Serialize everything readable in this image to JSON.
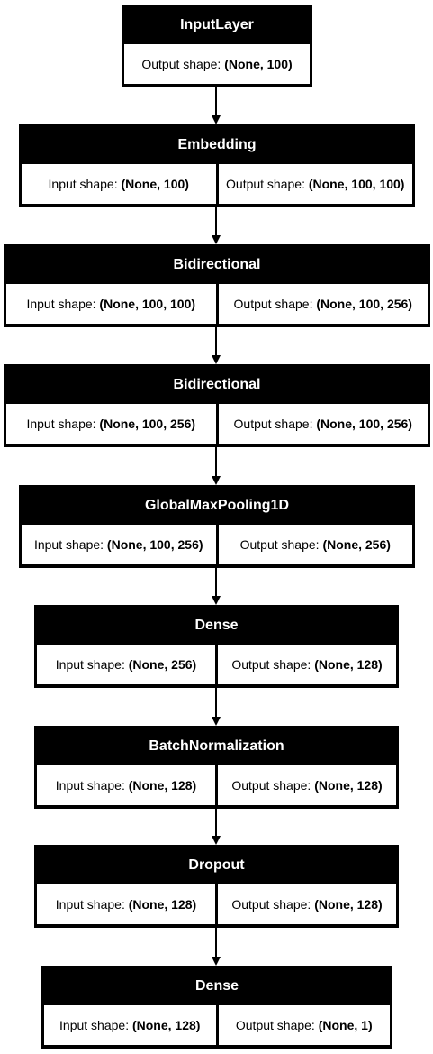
{
  "layers": [
    {
      "name": "InputLayer",
      "input_shape": null,
      "output_shape": "(None, 100)"
    },
    {
      "name": "Embedding",
      "input_shape": "(None, 100)",
      "output_shape": "(None, 100, 100)"
    },
    {
      "name": "Bidirectional",
      "input_shape": "(None, 100, 100)",
      "output_shape": "(None, 100, 256)"
    },
    {
      "name": "Bidirectional",
      "input_shape": "(None, 100, 256)",
      "output_shape": "(None, 100, 256)"
    },
    {
      "name": "GlobalMaxPooling1D",
      "input_shape": "(None, 100, 256)",
      "output_shape": "(None, 256)"
    },
    {
      "name": "Dense",
      "input_shape": "(None, 256)",
      "output_shape": "(None, 128)"
    },
    {
      "name": "BatchNormalization",
      "input_shape": "(None, 128)",
      "output_shape": "(None, 128)"
    },
    {
      "name": "Dropout",
      "input_shape": "(None, 128)",
      "output_shape": "(None, 128)"
    },
    {
      "name": "Dense",
      "input_shape": "(None, 128)",
      "output_shape": "(None, 1)"
    }
  ],
  "labels": {
    "input_shape": "Input shape: ",
    "output_shape": "Output shape: "
  },
  "colors": {
    "header_bg": "#000000",
    "header_text": "#ffffff",
    "cell_bg": "#ffffff",
    "edge": "#000000"
  }
}
